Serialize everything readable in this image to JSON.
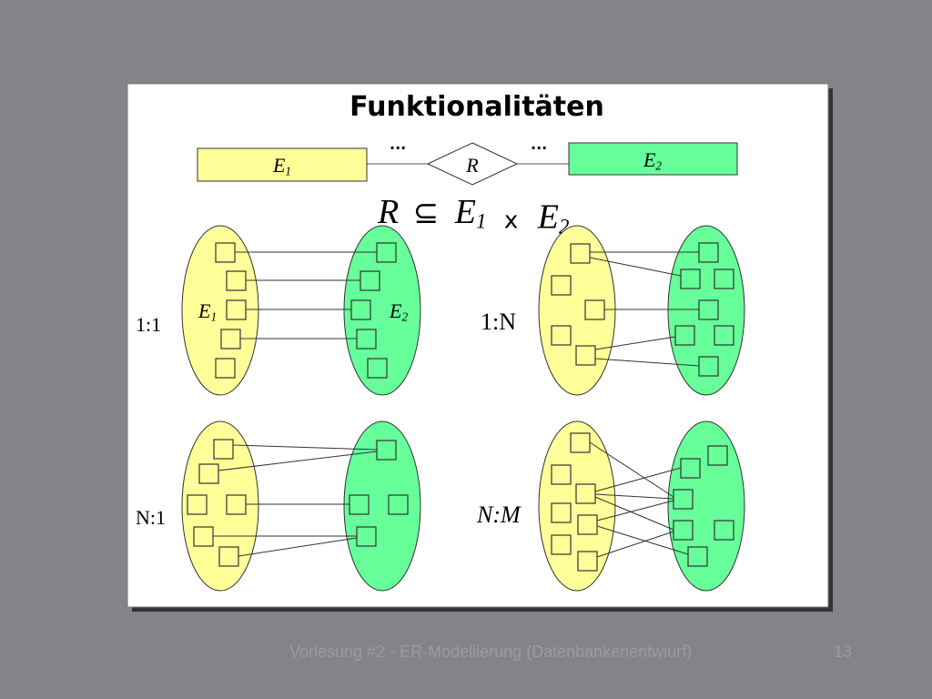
{
  "title": "Funktionalitäten",
  "er": {
    "e1": "E1",
    "e2": "E2",
    "relation": "R",
    "ellipsis_left": "...",
    "ellipsis_right": "..."
  },
  "formula": {
    "r": "R",
    "subset": "⊆",
    "e1": "E1",
    "times": "x",
    "e2": "E2"
  },
  "panels": {
    "p11": {
      "label": "1:1",
      "set1": "E1",
      "set2": "E2"
    },
    "p1n": {
      "label": "1:N"
    },
    "pn1": {
      "label": "N:1"
    },
    "pnm": {
      "label": "N:M"
    }
  },
  "footer": {
    "text": "Vorlesung #2 - ER-Modellierung (Datenbankenentwiurf)",
    "page": "13"
  },
  "colors": {
    "background": "#858387",
    "slide": "#ffffff",
    "yellow": "#ffff99",
    "green": "#66ff99",
    "footer_text": "#9c9aa0"
  }
}
